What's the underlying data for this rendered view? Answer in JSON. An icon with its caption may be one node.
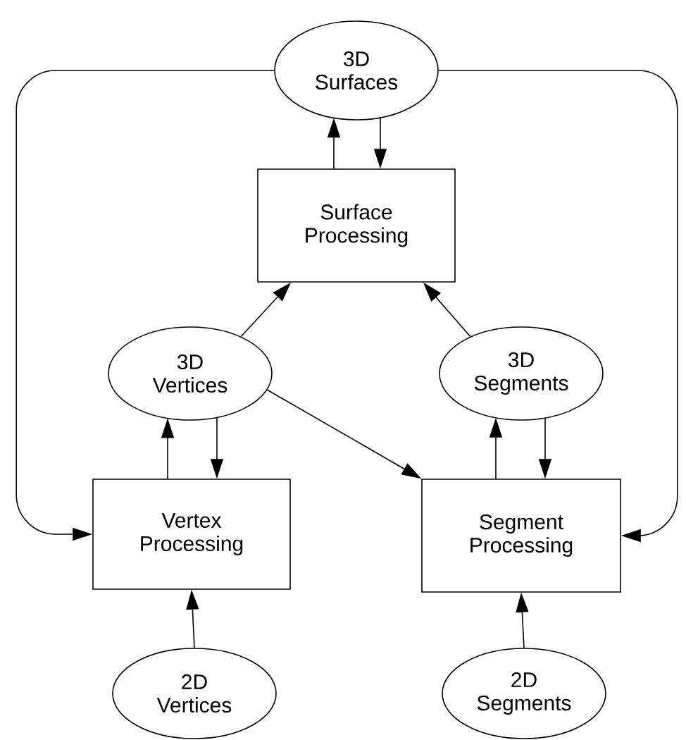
{
  "diagram": {
    "nodes": [
      {
        "text": [
          "3D Surfaces"
        ]
      },
      {
        "text": [
          "Surface Processing"
        ]
      },
      {
        "text": [
          "3D Vertices"
        ]
      },
      {
        "text": [
          "3D Segments"
        ]
      },
      {
        "text": [
          "Vertex Processing"
        ]
      },
      {
        "text": [
          "Segment Processing"
        ]
      },
      {
        "text": [
          "2D Vertices"
        ]
      },
      {
        "text": [
          "2D Segments"
        ]
      }
    ],
    "edges": [
      {
        "from": 1,
        "to": 0,
        "arrow": "to"
      },
      {
        "from": 0,
        "to": 1,
        "arrow": "to"
      },
      {
        "from": 2,
        "to": 1,
        "arrow": "to"
      },
      {
        "from": 3,
        "to": 1,
        "arrow": "to"
      },
      {
        "from": 4,
        "to": 2,
        "arrow": "to"
      },
      {
        "from": 2,
        "to": 4,
        "arrow": "to"
      },
      {
        "from": 2,
        "to": 5,
        "arrow": "to"
      },
      {
        "from": 5,
        "to": 3,
        "arrow": "to"
      },
      {
        "from": 3,
        "to": 5,
        "arrow": "to"
      },
      {
        "from": 6,
        "to": 4,
        "arrow": "to"
      },
      {
        "from": 7,
        "to": 5,
        "arrow": "to"
      },
      {
        "from": 0,
        "to": 4,
        "arrow": "to"
      },
      {
        "from": 0,
        "to": 5,
        "arrow": "to"
      }
    ]
  }
}
